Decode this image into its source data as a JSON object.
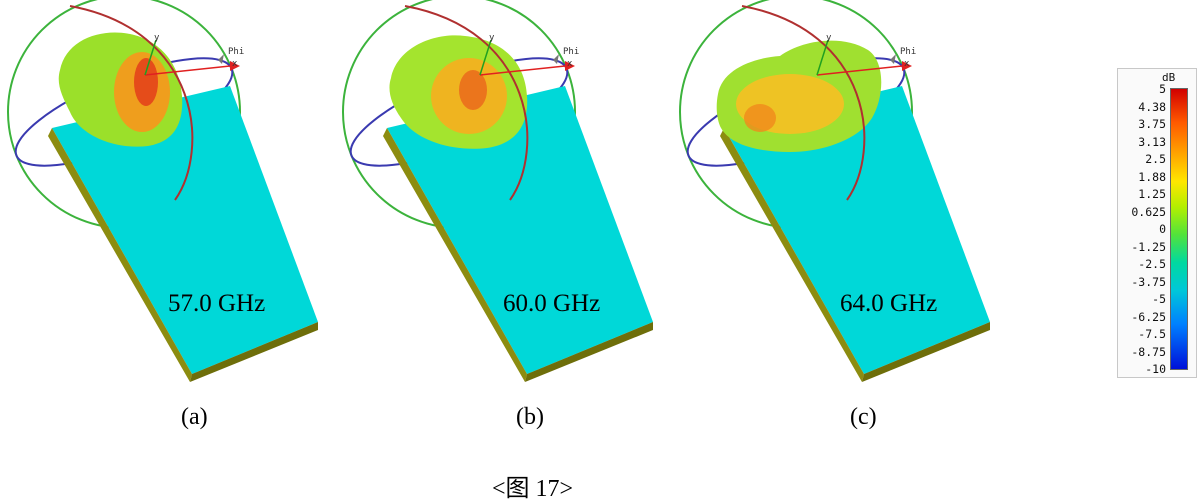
{
  "panels": [
    {
      "frequency": "57.0 GHz",
      "label": "(a)"
    },
    {
      "frequency": "60.0 GHz",
      "label": "(b)"
    },
    {
      "frequency": "64.0 GHz",
      "label": "(c)"
    }
  ],
  "axes": {
    "y": "y",
    "x": "x",
    "phi": "Phi"
  },
  "colorbar": {
    "unit": "dB",
    "ticks": [
      "5",
      "4.38",
      "3.75",
      "3.13",
      "2.5",
      "1.88",
      "1.25",
      "0.625",
      "0",
      "-1.25",
      "-2.5",
      "-3.75",
      "-5",
      "-6.25",
      "-7.5",
      "-8.75",
      "-10"
    ],
    "range": [
      -10,
      5
    ],
    "colors": [
      "#d10000",
      "#ff5a00",
      "#ffaa00",
      "#ffe600",
      "#b4ef00",
      "#52e33b",
      "#00d9a0",
      "#00c7d9",
      "#0080ff",
      "#0010d9"
    ]
  },
  "caption": "<图 17>",
  "colors": {
    "board_top": "#00d8d8",
    "board_side": "#8c8c10",
    "theta_circle": "#3cb33c",
    "phi_ellipse": "#3a3ab0",
    "meridian": "#b03030",
    "x_axis": "#e02020"
  }
}
